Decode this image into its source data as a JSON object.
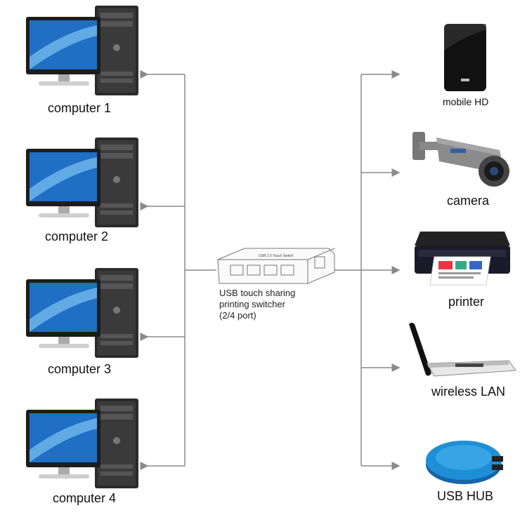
{
  "computers": [
    {
      "label": "computer 1"
    },
    {
      "label": "computer 2"
    },
    {
      "label": "computer 3"
    },
    {
      "label": "computer 4"
    }
  ],
  "switcher": {
    "line1": "USB touch sharing",
    "line2": "printing switcher",
    "line3": "(2/4 port)",
    "face_text": "USB 2.0 Touch Switch"
  },
  "devices": [
    {
      "label": "mobile HD",
      "icon": "hard-drive-icon"
    },
    {
      "label": "camera",
      "icon": "camera-icon"
    },
    {
      "label": "printer",
      "icon": "printer-icon"
    },
    {
      "label": "wireless LAN",
      "icon": "wifi-adapter-icon"
    },
    {
      "label": "USB HUB",
      "icon": "usb-hub-icon"
    }
  ],
  "colors": {
    "line": "#8a8a8a",
    "screen": "#1f6fc4",
    "tower": "#2b2b2b",
    "hub": "#1e8fd6"
  }
}
